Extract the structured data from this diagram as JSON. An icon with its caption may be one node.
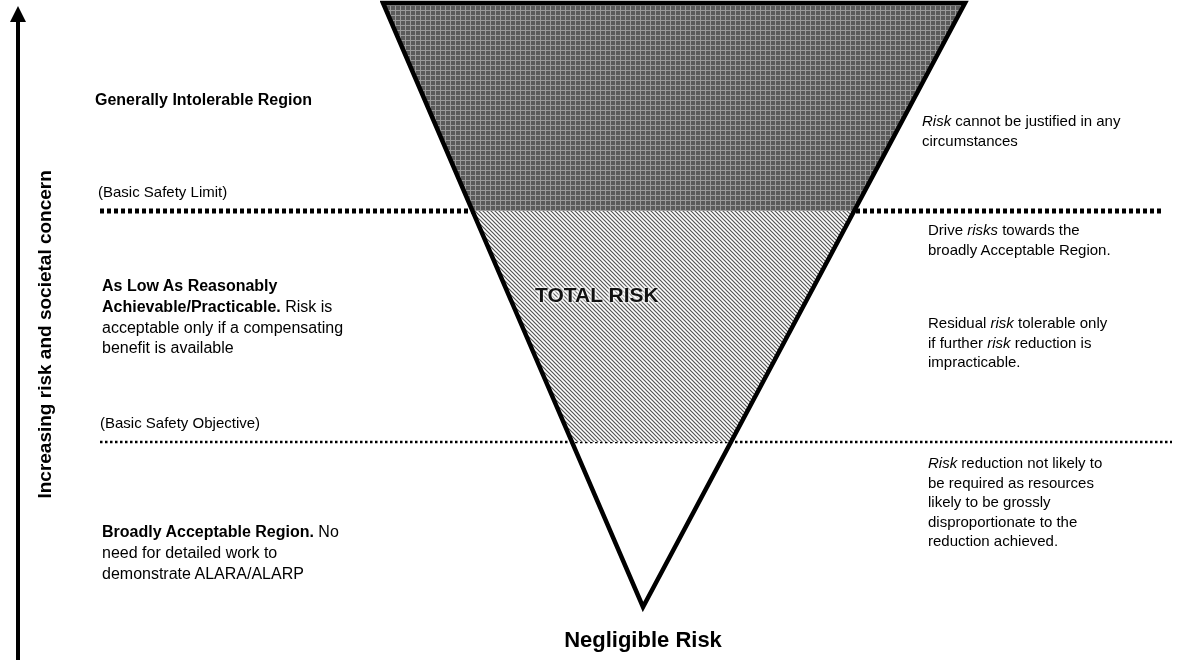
{
  "diagram": {
    "nodes": [
      {
        "text": [
          "TOTAL RISK"
        ],
        "beside": [
          "Negligible Risk"
        ]
      }
    ],
    "edges": [],
    "labels": [
      "Increasing risk and societal concern",
      "Generally Intolerable Region",
      "*Risk* cannot be justified in any circumstances",
      "(Basic Safety Limit)",
      "**As Low As Reasonably Achievable/Practicable.** Risk is acceptable only if a compensating benefit is available",
      "Drive *risks* towards the broadly Acceptable Region.",
      "Residual *risk* tolerable only if further *risk* reduction is impracticable.",
      "(Basic Safety Objective)",
      "**Broadly Acceptable Region.** No need for detailed work to demonstrate ALARA/ALARP",
      "*Risk* reduction not likely to be required as resources likely to be grossly disproportionate to the reduction achieved."
    ]
  }
}
